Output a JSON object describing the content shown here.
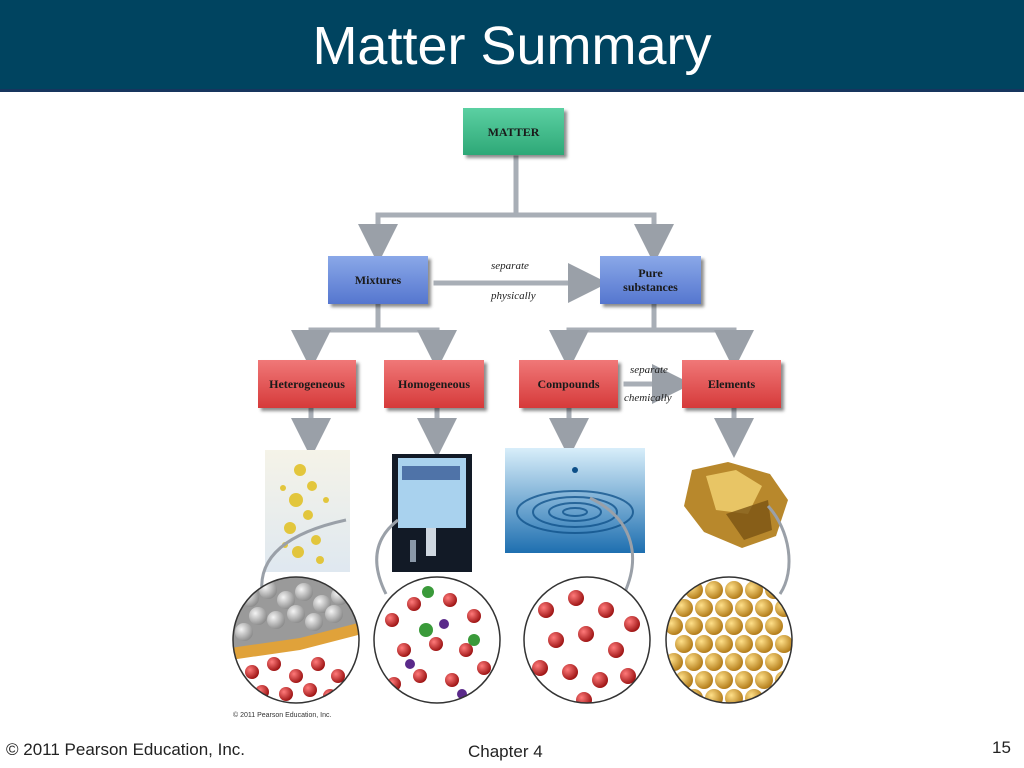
{
  "slide": {
    "title": "Matter Summary",
    "footer_left": "© 2011 Pearson Education, Inc.",
    "footer_center": "Chapter 4",
    "page_number": "15",
    "image_credit": "© 2011 Pearson Education, Inc."
  },
  "diagram": {
    "root": "MATTER",
    "mixtures": "Mixtures",
    "pure_substances": "Pure substances",
    "heterogeneous": "Heterogeneous",
    "homogeneous": "Homogeneous",
    "compounds": "Compounds",
    "elements": "Elements",
    "separate_physically_top": "separate",
    "separate_physically_bottom": "physically",
    "separate_chemically_top": "separate",
    "separate_chemically_bottom": "chemically"
  },
  "colors": {
    "header": "#004460",
    "root_box": "#3cb888",
    "level2_box": "#6a8ad8",
    "level3_box": "#e05050"
  }
}
